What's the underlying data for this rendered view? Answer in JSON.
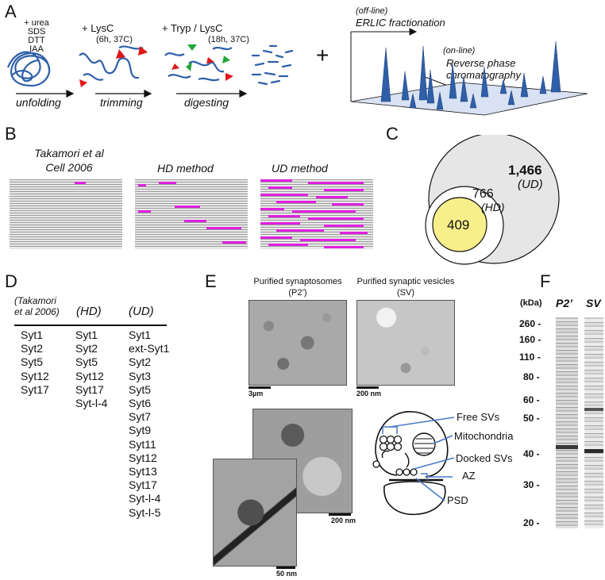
{
  "panels": {
    "a": "A",
    "b": "B",
    "c": "C",
    "d": "D",
    "e": "E",
    "f": "F"
  },
  "panel_a": {
    "reagents": [
      "+ urea",
      "SDS",
      "DTT",
      "IAA"
    ],
    "step1_add": "+ LysC",
    "step1_cond": "(6h, 37C)",
    "step2_add": "+ Tryp",
    "step2_sep": "/",
    "step2_enzyme": "LysC",
    "step2_cond": "(18h, 37C)",
    "stage_unfolding": "unfolding",
    "stage_trimming": "trimming",
    "stage_digesting": "digesting",
    "plus": "+",
    "offline": "(off-line)",
    "erlic": "ERLIC fractionation",
    "online": "(on-line)",
    "rp1": "Reverse phase",
    "rp2": "chromatography"
  },
  "panel_b": {
    "t1_line1": "Takamori et al",
    "t1_line2": "Cell 2006",
    "t2": "HD method",
    "t3": "UD method"
  },
  "panel_c": {
    "ud_count": "1,466",
    "ud_label": "(UD)",
    "hd_count": "766",
    "hd_label": "(HD)",
    "core_count": "409"
  },
  "panel_d": {
    "head1_line1": "(Takamori",
    "head1_line2": "et al 2006)",
    "head2": "(HD)",
    "head3": "(UD)",
    "col1": [
      "Syt1",
      "Syt2",
      "Syt5",
      "Syt12",
      "Syt17"
    ],
    "col2": [
      "Syt1",
      "Syt2",
      "Syt5",
      "Syt12",
      "Syt17",
      "Syt-l-4"
    ],
    "col3": [
      "Syt1",
      "ext-Syt1",
      "Syt2",
      "Syt3",
      "Syt5",
      "Syt6",
      "Syt7",
      "Syt9",
      "Syt11",
      "Syt12",
      "Syt13",
      "Syt17",
      "Syt-l-4",
      "Syt-l-5"
    ]
  },
  "panel_e": {
    "img1_title": "Purified synaptosomes",
    "img1_sub": "(P2’)",
    "img2_title": "Purified synaptic vesicles",
    "img2_sub": "(SV)",
    "scale1": "3µm",
    "scale2": "200 nm",
    "scale3": "200 nm",
    "scale4": "50 nm",
    "lbl_free": "Free SVs",
    "lbl_mito": "Mitochondria",
    "lbl_docked": "Docked SVs",
    "lbl_az": "AZ",
    "lbl_psd": "PSD"
  },
  "panel_f": {
    "unit": "(kDa)",
    "lane1": "P2’",
    "lane2": "SV",
    "markers": [
      "260 -",
      "160 -",
      "110 -",
      "80 -",
      "60 -",
      "50 -",
      "40 -",
      "30 -",
      "20 -"
    ]
  },
  "colors": {
    "magenta": "#e020e0",
    "blue_protein": "#2f5fa8",
    "red_enzyme": "#e01818",
    "green_enzyme": "#22a83a",
    "venn_outer": "#e6e6e6",
    "venn_core": "#f7ef8a",
    "diagram_blue": "#4a78c8"
  }
}
